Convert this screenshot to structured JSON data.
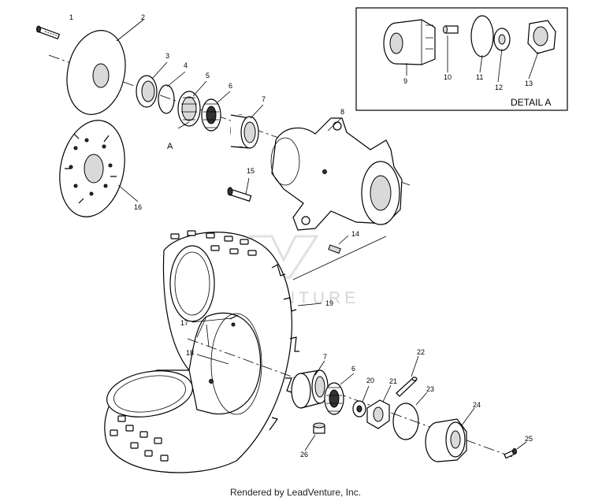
{
  "diagram": {
    "callouts": {
      "c1": "1",
      "c2": "2",
      "c3": "3",
      "c4": "4",
      "c5": "5",
      "c6": "6",
      "c7": "7",
      "c8": "8",
      "c9": "9",
      "c10": "10",
      "c11": "11",
      "c12": "12",
      "c13": "13",
      "c14": "14",
      "c15": "15",
      "c16": "16",
      "c17": "17",
      "c18": "18",
      "c19": "19",
      "c20": "20",
      "c21": "21",
      "c22": "22",
      "c23": "23",
      "c24": "24",
      "c25": "25",
      "c26": "26",
      "c6b": "6",
      "c7b": "7",
      "a_marker": "A"
    },
    "detail_title": "DETAIL A",
    "watermark": "LEADVENTURE"
  },
  "footer": {
    "text": "Rendered by LeadVenture, Inc."
  }
}
